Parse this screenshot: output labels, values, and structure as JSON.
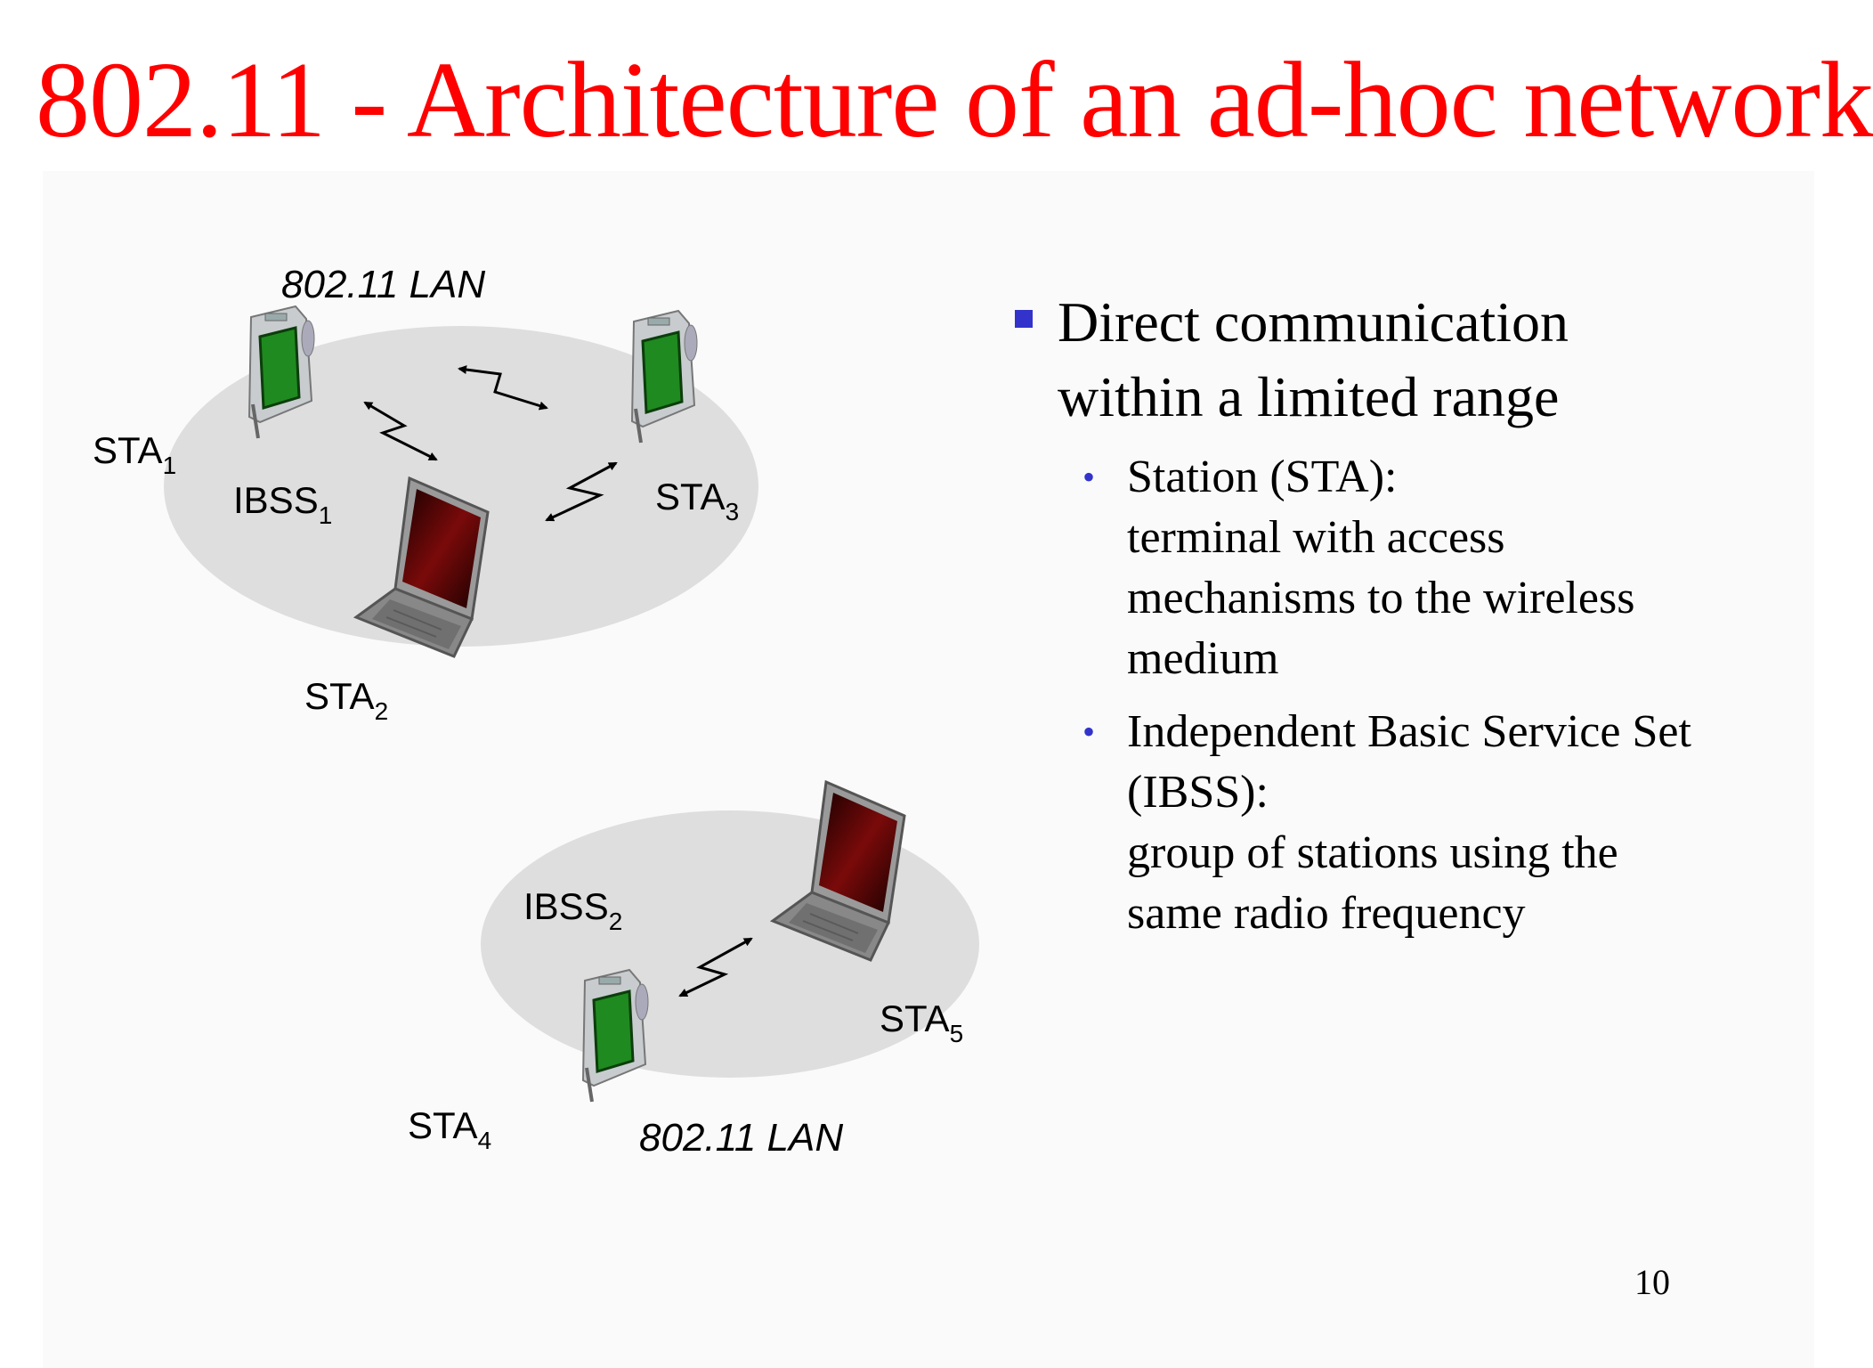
{
  "title": "802.11 - Architecture of an ad-hoc network",
  "diagram": {
    "lan_top": "802.11 LAN",
    "lan_bottom": "802.11 LAN",
    "ibss1": {
      "base": "IBSS",
      "sub": "1"
    },
    "ibss2": {
      "base": "IBSS",
      "sub": "2"
    },
    "sta1": {
      "base": "STA",
      "sub": "1"
    },
    "sta2": {
      "base": "STA",
      "sub": "2"
    },
    "sta3": {
      "base": "STA",
      "sub": "3"
    },
    "sta4": {
      "base": "STA",
      "sub": "4"
    },
    "sta5": {
      "base": "STA",
      "sub": "5"
    }
  },
  "bullets": {
    "main": [
      "Direct communication",
      "within a limited range"
    ],
    "sub1": [
      "Station (STA):",
      "terminal with access",
      "mechanisms to the wireless",
      "medium"
    ],
    "sub2": [
      "Independent Basic Service Set",
      "(IBSS):",
      "group of stations using the",
      "same radio frequency"
    ],
    "sub_marker": "•"
  },
  "page_number": "10",
  "colors": {
    "title": "#ff0000",
    "bullet": "#3333cc",
    "ellipse": "#dedede",
    "pda_screen": "#1f8a1f",
    "laptop_screen": "#4a0000"
  }
}
